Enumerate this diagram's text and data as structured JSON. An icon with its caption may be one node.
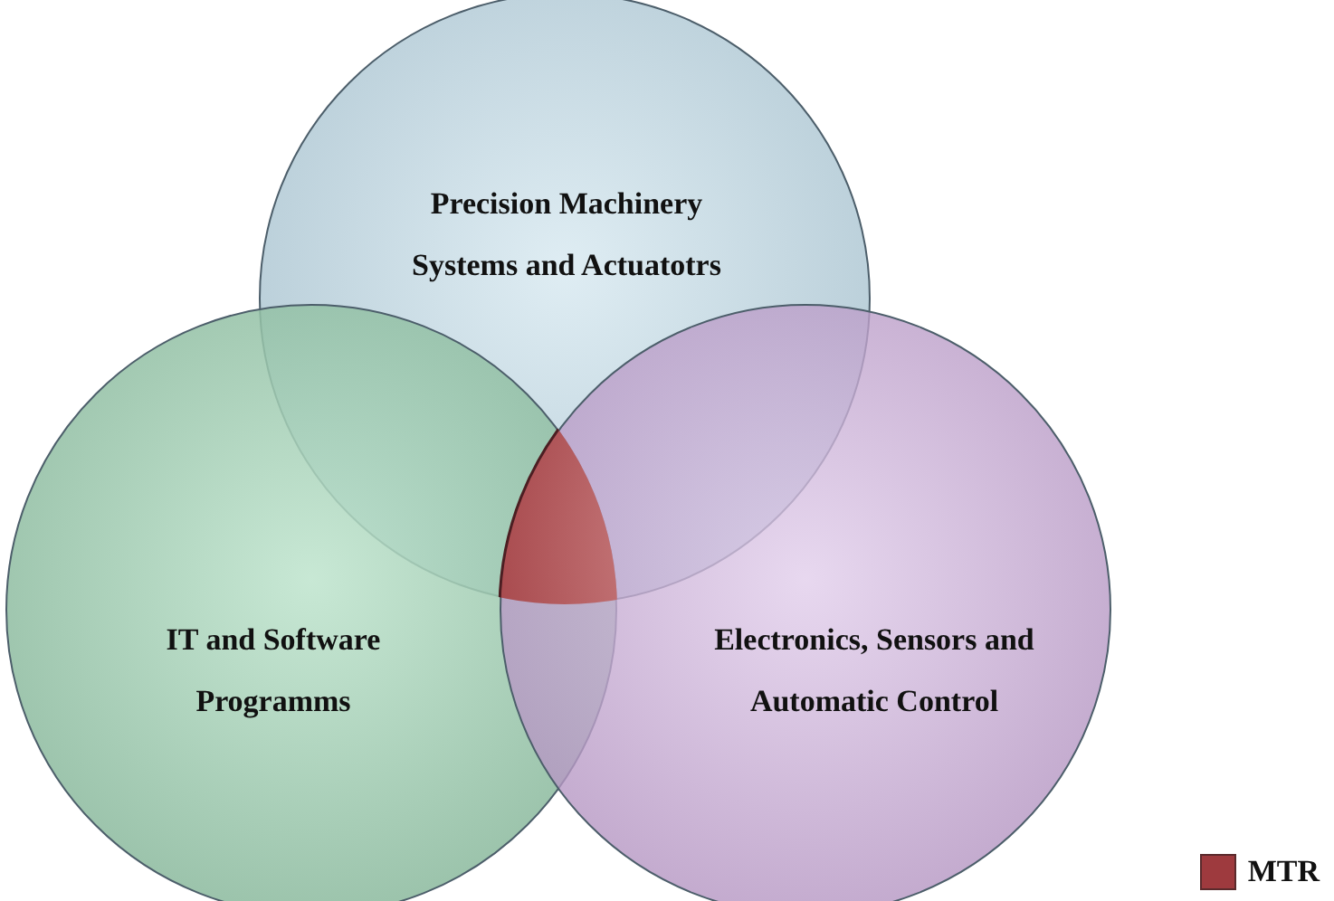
{
  "diagram": {
    "nodes": [
      {
        "text": [
          "Precision Machinery Systems and Actuatotrs"
        ]
      },
      {
        "text": [
          "IT and Software Programms"
        ]
      },
      {
        "text": [
          "Electronics, Sensors and Automatic Control"
        ]
      }
    ],
    "legend": [
      {
        "text": "MTR",
        "color": "#9e3a3e"
      }
    ]
  }
}
